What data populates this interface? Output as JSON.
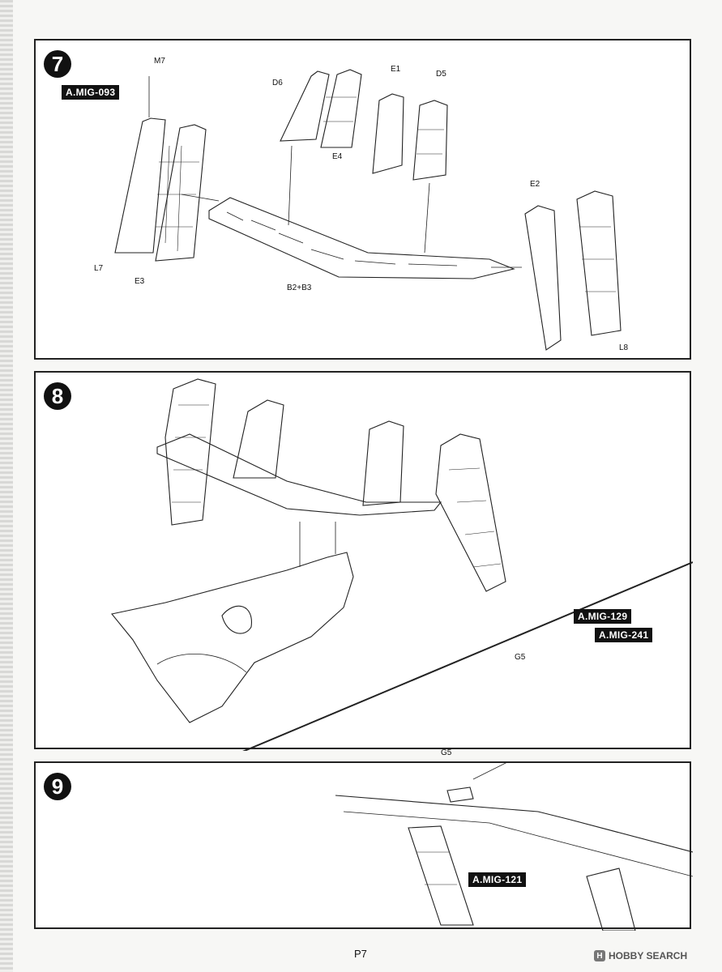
{
  "page_number": "P7",
  "watermark": {
    "mark": "H",
    "text": "HOBBY SEARCH"
  },
  "steps": [
    {
      "number": "7",
      "paint_refs": [
        "A.MIG-093"
      ],
      "part_labels": [
        "M7",
        "D6",
        "E1",
        "D5",
        "E4",
        "E2",
        "L7",
        "E3",
        "B2+B3",
        "L8"
      ]
    },
    {
      "number": "8",
      "paint_refs": [
        "A.MIG-129",
        "A.MIG-241"
      ],
      "part_labels": [
        "G5"
      ]
    },
    {
      "number": "9",
      "paint_refs": [
        "A.MIG-121"
      ],
      "part_labels": [
        "G5"
      ]
    }
  ]
}
